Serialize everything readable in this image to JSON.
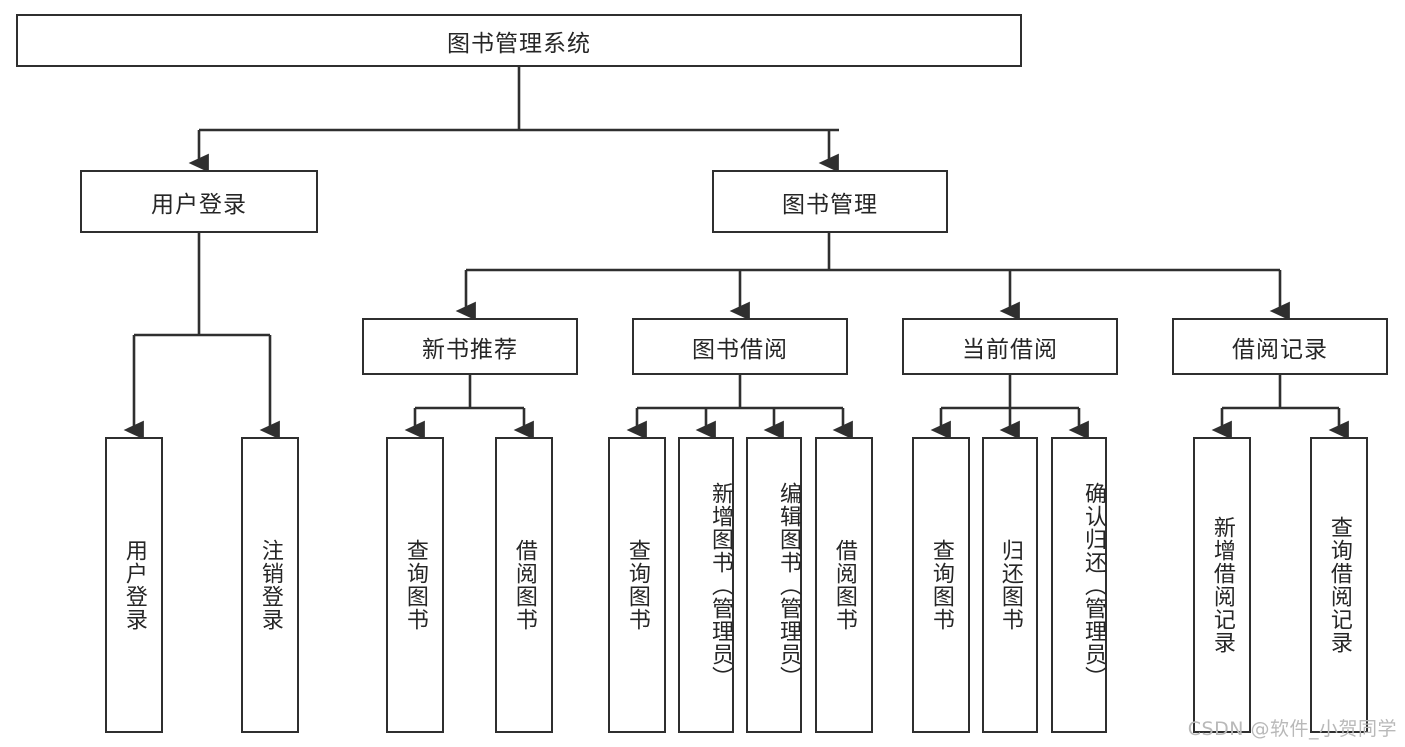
{
  "diagram": {
    "title": "图书管理系统",
    "watermark": "CSDN @软件_小贺同学",
    "stroke_color": "#2f2f2f",
    "background_color": "#ffffff",
    "text_color": "#262626",
    "watermark_color": "#b9b9b9"
  },
  "root": {
    "label": "图书管理系统"
  },
  "level2": [
    {
      "label": "用户登录"
    },
    {
      "label": "图书管理"
    }
  ],
  "level3": [
    {
      "label": "新书推荐"
    },
    {
      "label": "图书借阅"
    },
    {
      "label": "当前借阅"
    },
    {
      "label": "借阅记录"
    }
  ],
  "leaves": {
    "user_login": [
      {
        "label": "用户登录"
      },
      {
        "label": "注销登录"
      }
    ],
    "new_book_recommend": [
      {
        "label": "查询图书"
      },
      {
        "label": "借阅图书"
      }
    ],
    "book_borrow": [
      {
        "label": "查询图书"
      },
      {
        "label": "新增图书（管理员）"
      },
      {
        "label": "编辑图书（管理员）"
      },
      {
        "label": "借阅图书"
      }
    ],
    "current_borrow": [
      {
        "label": "查询图书"
      },
      {
        "label": "归还图书"
      },
      {
        "label": "确认归还（管理员）"
      }
    ],
    "borrow_record": [
      {
        "label": "新增借阅记录"
      },
      {
        "label": "查询借阅记录"
      }
    ]
  }
}
